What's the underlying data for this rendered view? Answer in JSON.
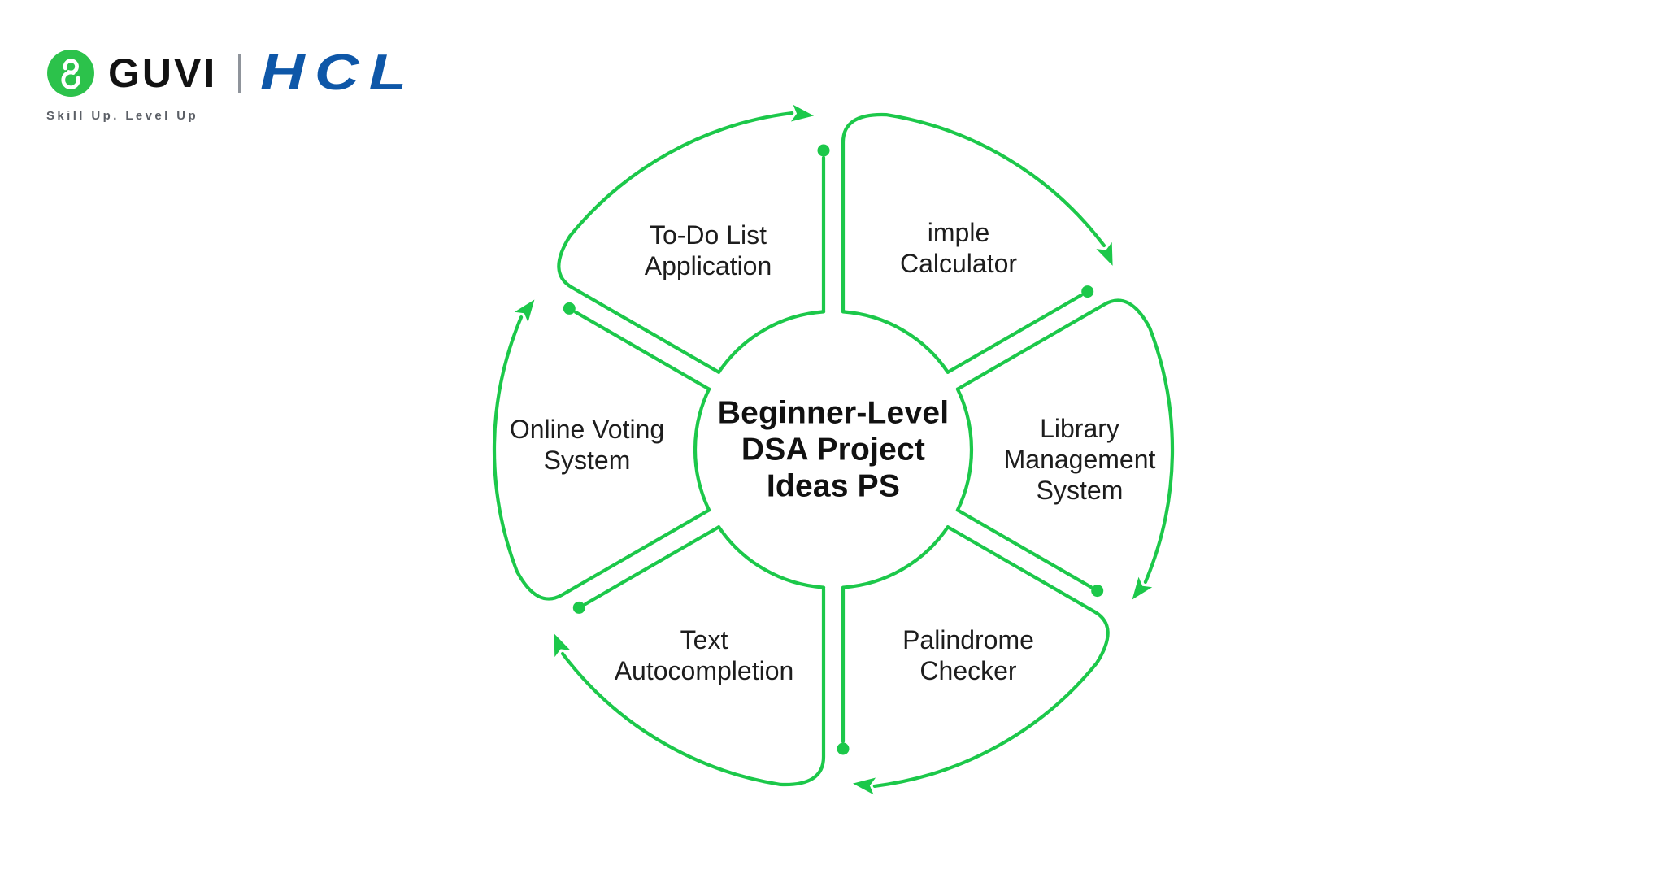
{
  "logo": {
    "brand": "GUVI",
    "partner": "HCL",
    "tagline": "Skill Up. Level Up",
    "glyph": "g-loop-icon"
  },
  "diagram": {
    "center_title": "Beginner-Level\nDSA Project\nIdeas PS",
    "items": [
      {
        "label": "To-Do List\nApplication"
      },
      {
        "label": "imple\nCalculator"
      },
      {
        "label": "Library\nManagement\nSystem"
      },
      {
        "label": "Palindrome\nChecker"
      },
      {
        "label": "Text\nAutocompletion"
      },
      {
        "label": "Online Voting\nSystem"
      }
    ]
  },
  "colors": {
    "diagram_green": "#1cc84a",
    "logo_green": "#2cc24b",
    "hcl_blue": "#0e57a8",
    "text_dark": "#1d1d1d",
    "tagline_gray": "#5b5f66"
  }
}
